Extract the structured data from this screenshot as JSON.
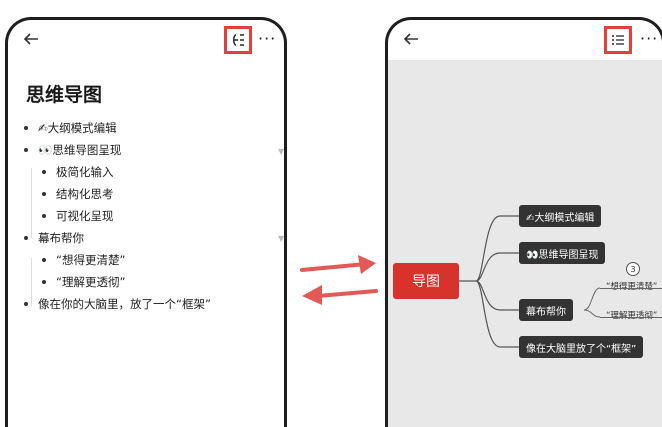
{
  "left_screen": {
    "title": "思维导图",
    "items": [
      {
        "label": "✍大纲模式编辑"
      },
      {
        "label": "👀思维导图呈现"
      },
      {
        "label": "极简化输入"
      },
      {
        "label": "结构化思考"
      },
      {
        "label": "可视化呈现"
      },
      {
        "label": "幕布帮你"
      },
      {
        "label": "“想得更清楚”"
      },
      {
        "label": "“理解更透彻”"
      },
      {
        "label": "像在你的大脑里，放了一个“框架”"
      }
    ],
    "more": "···"
  },
  "right_screen": {
    "root": "导图",
    "nodes": [
      {
        "label": "✍大纲模式编辑"
      },
      {
        "label": "👀思维导图呈现"
      },
      {
        "label": "幕布帮你"
      },
      {
        "label": "像在大脑里放了个“框架”"
      }
    ],
    "badge": "3",
    "leaves": [
      "“想得更清楚”",
      "“理解更透彻”"
    ],
    "more": "···"
  },
  "colors": {
    "highlight": "#e0413c",
    "root": "#d7322b",
    "node": "#333333",
    "arrow": "#e15a55",
    "canvas": "#e8e8e8"
  },
  "icons": [
    "back-arrow-icon",
    "mindmap-view-icon",
    "outline-view-icon",
    "more-icon",
    "bullet-icon",
    "collapse-icon"
  ]
}
